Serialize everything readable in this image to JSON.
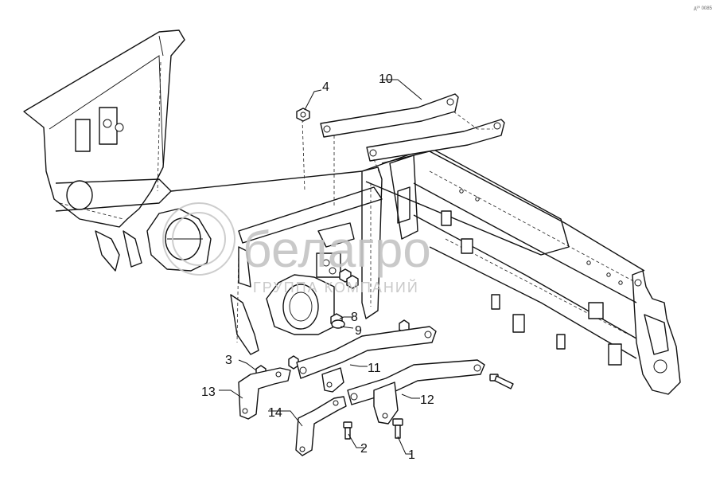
{
  "watermark": {
    "brand": "белагро",
    "subtitle": "ГРУППА КОМПАНИЙ"
  },
  "corner_note": "д²⁰ 0085",
  "callouts": [
    {
      "id": "c1",
      "label": "1"
    },
    {
      "id": "c2",
      "label": "2"
    },
    {
      "id": "c3",
      "label": "3"
    },
    {
      "id": "c4",
      "label": "4"
    },
    {
      "id": "c8",
      "label": "8"
    },
    {
      "id": "c9",
      "label": "9"
    },
    {
      "id": "c10",
      "label": "10"
    },
    {
      "id": "c11",
      "label": "11"
    },
    {
      "id": "c12",
      "label": "12"
    },
    {
      "id": "c13",
      "label": "13"
    },
    {
      "id": "c14",
      "label": "14"
    }
  ]
}
